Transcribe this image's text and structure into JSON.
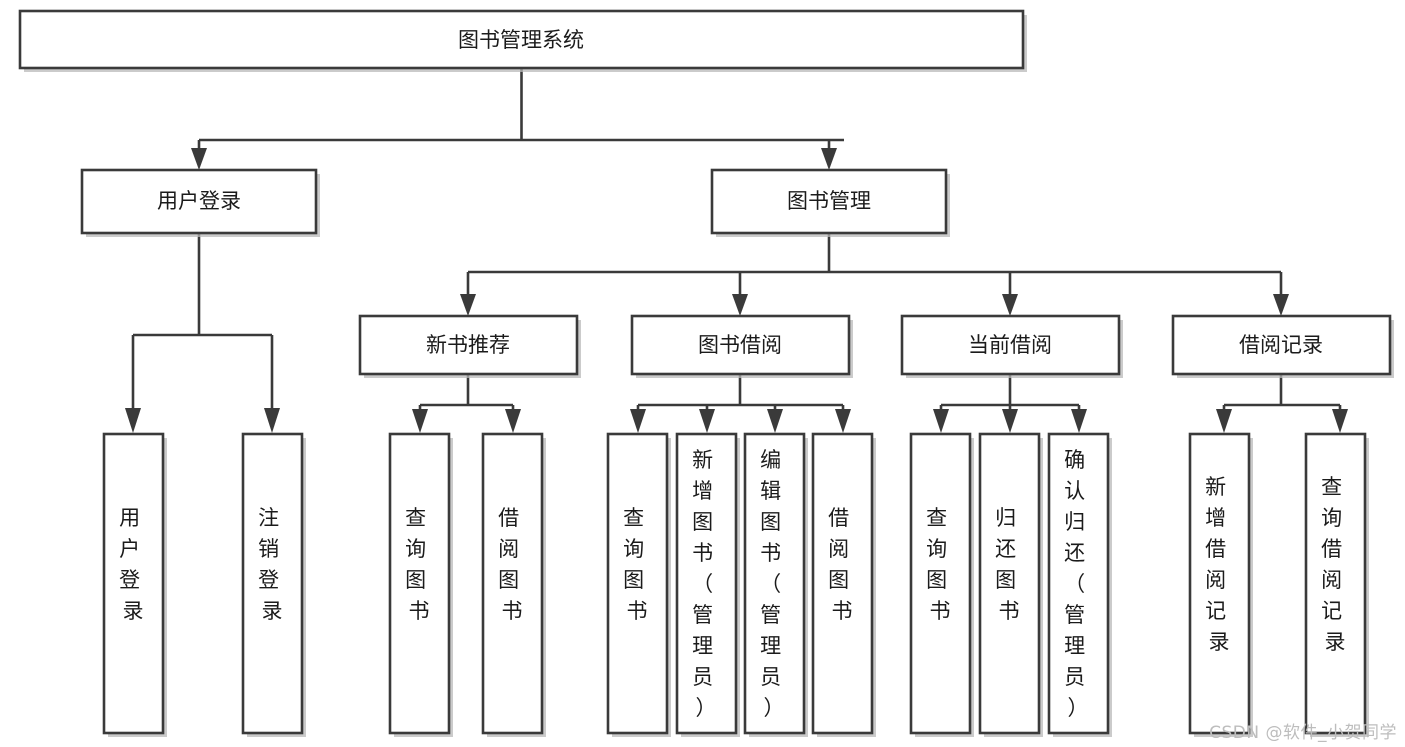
{
  "diagram": {
    "type": "tree-hierarchy",
    "title": "图书管理系统",
    "orientation": "top-down",
    "root": {
      "id": "root",
      "label": "图书管理系统",
      "text_orientation": "horizontal"
    },
    "level2": [
      {
        "id": "user-login",
        "label": "用户登录",
        "text_orientation": "horizontal"
      },
      {
        "id": "book-management",
        "label": "图书管理",
        "text_orientation": "horizontal"
      }
    ],
    "level3": [
      {
        "id": "new-book-recommend",
        "label": "新书推荐",
        "text_orientation": "horizontal",
        "parent": "book-management"
      },
      {
        "id": "book-borrow",
        "label": "图书借阅",
        "text_orientation": "horizontal",
        "parent": "book-management"
      },
      {
        "id": "current-borrow",
        "label": "当前借阅",
        "text_orientation": "horizontal",
        "parent": "book-management"
      },
      {
        "id": "borrow-record",
        "label": "借阅记录",
        "text_orientation": "horizontal",
        "parent": "book-management"
      }
    ],
    "leaves": {
      "user_login": [
        {
          "id": "leaf-user-login",
          "label": "用户登录",
          "lines": [
            "用",
            "户",
            "登",
            "录"
          ]
        },
        {
          "id": "leaf-user-logout",
          "label": "注销登录",
          "lines": [
            "注",
            "销",
            "登",
            "录"
          ]
        }
      ],
      "new_book_recommend": [
        {
          "id": "leaf-query-book-1",
          "label": "查询图书",
          "lines": [
            "查",
            "询",
            "图",
            "书"
          ]
        },
        {
          "id": "leaf-borrow-book-1",
          "label": "借阅图书",
          "lines": [
            "借",
            "阅",
            "图",
            "书"
          ]
        }
      ],
      "book_borrow": [
        {
          "id": "leaf-query-book-2",
          "label": "查询图书",
          "lines": [
            "查",
            "询",
            "图",
            "书"
          ]
        },
        {
          "id": "leaf-add-book-admin",
          "label": "新增图书（管理员）",
          "lines": [
            "新",
            "增",
            "图",
            "书",
            "（",
            "管",
            "理",
            "员",
            "）"
          ]
        },
        {
          "id": "leaf-edit-book-admin",
          "label": "编辑图书（管理员）",
          "lines": [
            "编",
            "辑",
            "图",
            "书",
            "（",
            "管",
            "理",
            "员",
            "）"
          ]
        },
        {
          "id": "leaf-borrow-book-2",
          "label": "借阅图书",
          "lines": [
            "借",
            "阅",
            "图",
            "书"
          ]
        }
      ],
      "current_borrow": [
        {
          "id": "leaf-query-book-3",
          "label": "查询图书",
          "lines": [
            "查",
            "询",
            "图",
            "书"
          ]
        },
        {
          "id": "leaf-return-book",
          "label": "归还图书",
          "lines": [
            "归",
            "还",
            "图",
            "书"
          ]
        },
        {
          "id": "leaf-confirm-return-admin",
          "label": "确认归还（管理员）",
          "lines": [
            "确",
            "认",
            "归",
            "还",
            "（",
            "管",
            "理",
            "员",
            "）"
          ]
        }
      ],
      "borrow_record": [
        {
          "id": "leaf-add-borrow-record",
          "label": "新增借阅记录",
          "lines": [
            "新",
            "增",
            "借",
            "阅",
            "记",
            "录"
          ]
        },
        {
          "id": "leaf-query-borrow-record",
          "label": "查询借阅记录",
          "lines": [
            "查",
            "询",
            "借",
            "阅",
            "记",
            "录"
          ]
        }
      ]
    }
  },
  "watermark": {
    "text": "CSDN @软件_小贺同学"
  },
  "colors": {
    "box_stroke": "#3a3a3a",
    "box_fill": "#ffffff",
    "text": "#1b1b1b",
    "shadow": "#b9b9b9",
    "watermark": "#bdbdbd",
    "background": "#ffffff"
  }
}
